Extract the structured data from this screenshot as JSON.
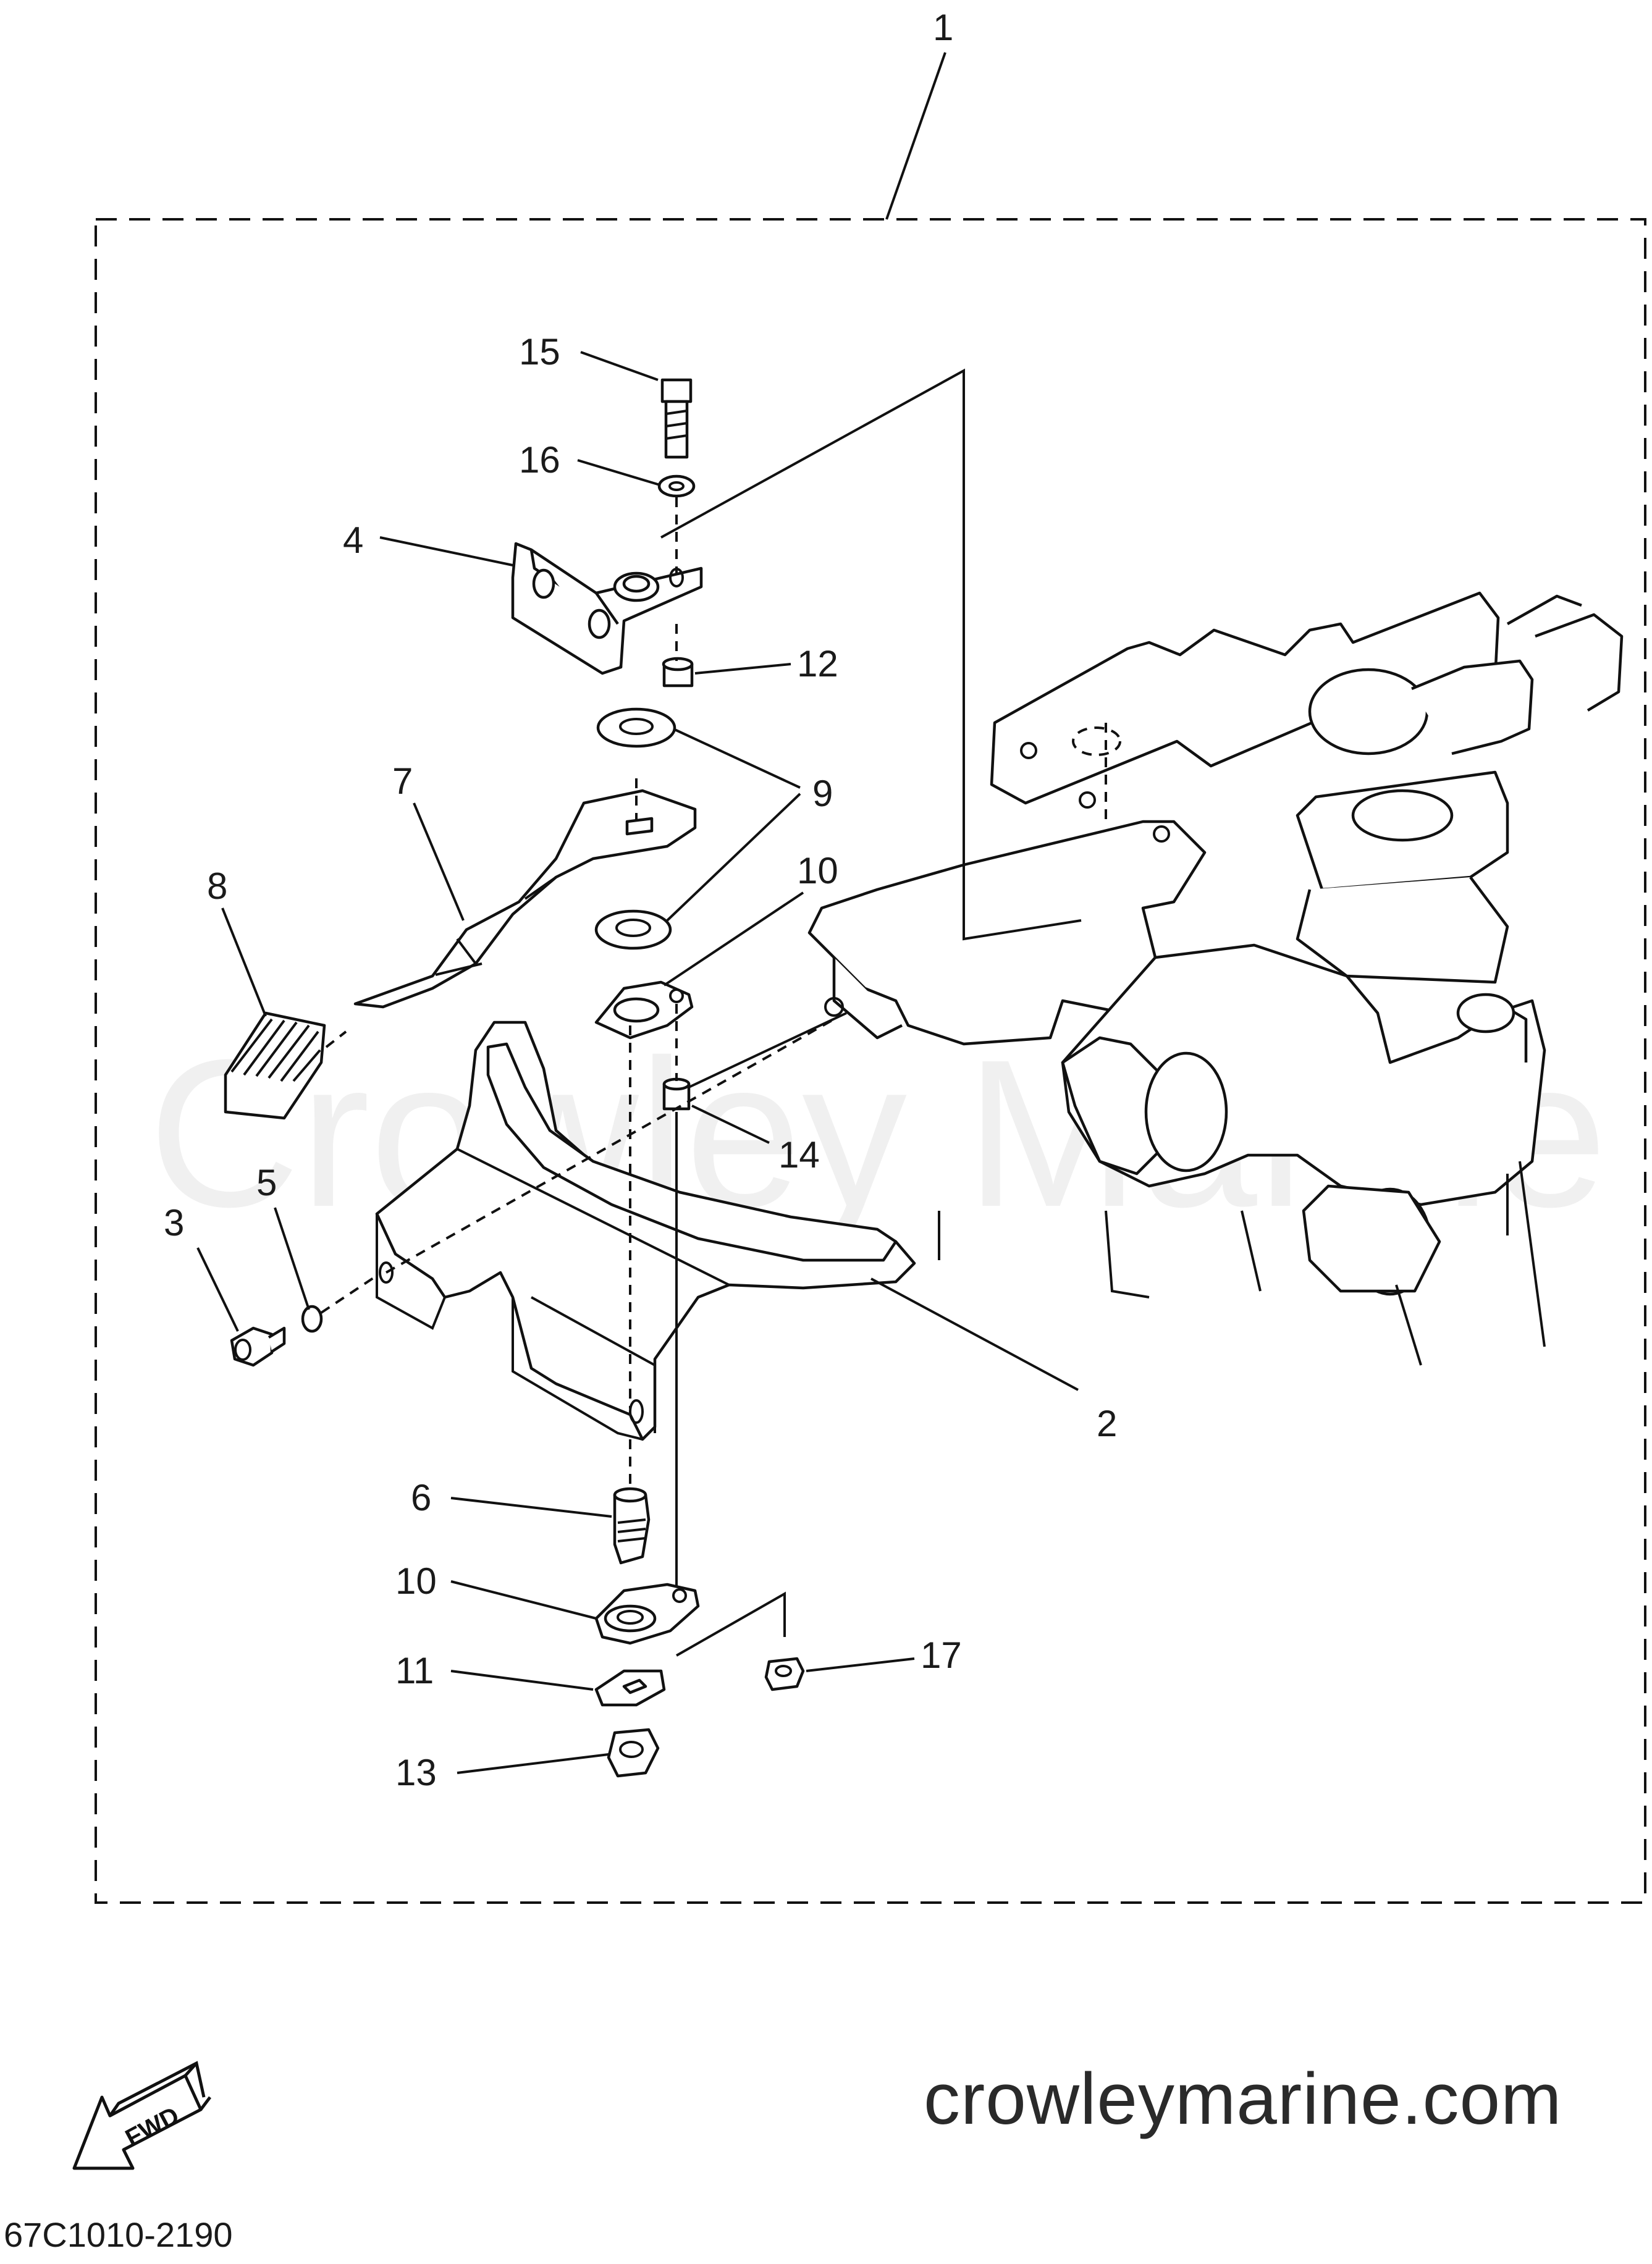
{
  "diagram": {
    "watermark": "Crowley Marine",
    "website": "crowleymarine.com",
    "drawing_code": "67C1010-2190",
    "fwd_label": "FWD",
    "callouts": [
      {
        "id": "1",
        "label": "1"
      },
      {
        "id": "2",
        "label": "2"
      },
      {
        "id": "3",
        "label": "3"
      },
      {
        "id": "4",
        "label": "4"
      },
      {
        "id": "5",
        "label": "5"
      },
      {
        "id": "6",
        "label": "6"
      },
      {
        "id": "7",
        "label": "7"
      },
      {
        "id": "8",
        "label": "8"
      },
      {
        "id": "9",
        "label": "9"
      },
      {
        "id": "10a",
        "label": "10"
      },
      {
        "id": "10b",
        "label": "10"
      },
      {
        "id": "11",
        "label": "11"
      },
      {
        "id": "12",
        "label": "12"
      },
      {
        "id": "13",
        "label": "13"
      },
      {
        "id": "14",
        "label": "14"
      },
      {
        "id": "15",
        "label": "15"
      },
      {
        "id": "16",
        "label": "16"
      },
      {
        "id": "17",
        "label": "17"
      }
    ]
  }
}
